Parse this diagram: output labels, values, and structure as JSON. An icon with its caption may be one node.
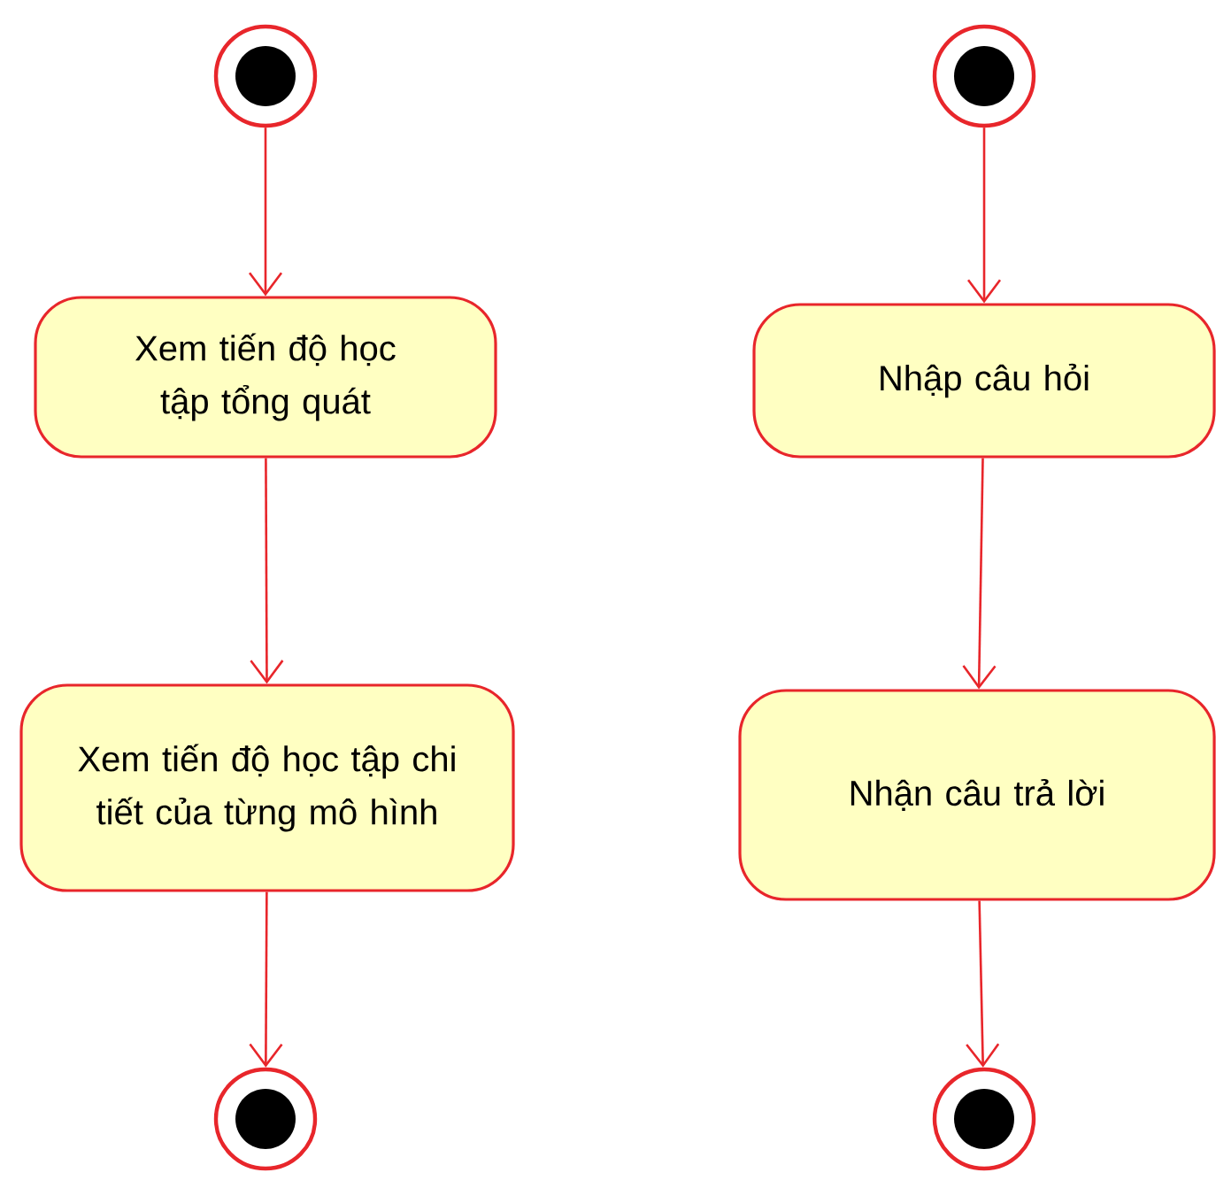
{
  "diagram": {
    "nodes": [
      {
        "text": [],
        "shape": "circle"
      },
      {
        "text": [
          "Xem tiến độ học tập tổng quát"
        ]
      },
      {
        "text": [
          "Xem tiến độ học tập chi tiết của từng mô hình"
        ]
      },
      {
        "text": [],
        "shape": "circle"
      },
      {
        "text": [],
        "shape": "circle"
      },
      {
        "text": [
          "Nhập câu hỏi"
        ]
      },
      {
        "text": [
          "Nhận câu trả lời"
        ]
      },
      {
        "text": [],
        "shape": "circle"
      }
    ],
    "edges": [
      {
        "from": 0,
        "to": 1,
        "arrow": "to"
      },
      {
        "from": 1,
        "to": 2,
        "arrow": "to"
      },
      {
        "from": 2,
        "to": 3,
        "arrow": "to"
      },
      {
        "from": 4,
        "to": 5,
        "arrow": "to"
      },
      {
        "from": 5,
        "to": 6,
        "arrow": "to"
      },
      {
        "from": 6,
        "to": 7,
        "arrow": "to"
      }
    ]
  }
}
